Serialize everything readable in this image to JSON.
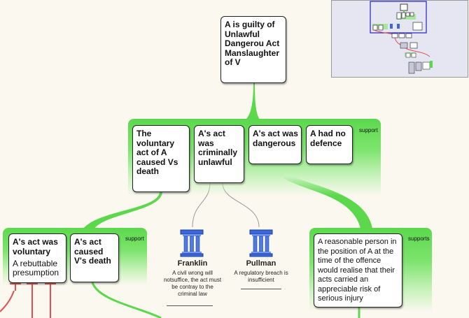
{
  "conclusion": "A is guilty of Unlawful Dangerou Act Manslaughter of V",
  "level1": {
    "support_label": "support",
    "premises": [
      "The voluntary act of A caused Vs death",
      "A's act was criminally unlawful",
      "A's act was dangerous",
      "A had no defence"
    ]
  },
  "level2_left": {
    "support_label": "support",
    "voluntary_title": "A's act  was voluntary",
    "voluntary_sub": "A rebuttable presumption",
    "caused_title": "A's act caused V's death"
  },
  "authorities": [
    {
      "name": "Franklin",
      "desc": "A civil wrong will notsuffice, the act must be contray to the criminal law"
    },
    {
      "name": "Pullman",
      "desc": "A regulatory breach is insufficient"
    }
  ],
  "level2_right": {
    "support_label": "supports",
    "text": "A reasonable person in the position of A at the time of the offence would realise that their acts carried an appreciable risk of serious injury"
  },
  "colors": {
    "support_green": "#5cd84d",
    "background": "#fbf8ef",
    "minimap_bg": "#e6e6f2",
    "minimap_frame": "#2020c0"
  },
  "icons": {
    "authority": "pillar-icon"
  }
}
